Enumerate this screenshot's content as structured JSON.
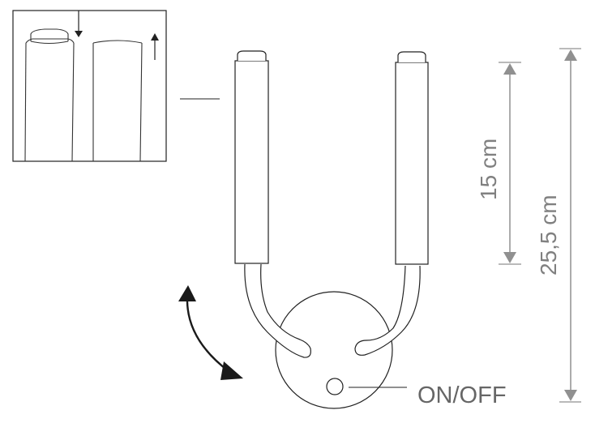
{
  "diagram": {
    "subject": "Wall lamp with two cylindrical shades",
    "colors": {
      "line": "#222222",
      "dimension": "#909090",
      "dimension_text": "#808080",
      "label_text": "#666666",
      "arrow_fill": "#1a1a1a",
      "background": "#ffffff"
    },
    "dimensions": {
      "shade_height": {
        "label": "15 cm",
        "value": 15,
        "unit": "cm"
      },
      "total_height": {
        "label": "25,5 cm",
        "value": 25.5,
        "unit": "cm"
      }
    },
    "labels": {
      "switch": "ON/OFF"
    },
    "inset": {
      "description": "Detail: shade cap removal",
      "arrows": [
        "down",
        "up"
      ]
    },
    "rotation_indicator": "curved double-headed arrow (adjustable arms)"
  }
}
